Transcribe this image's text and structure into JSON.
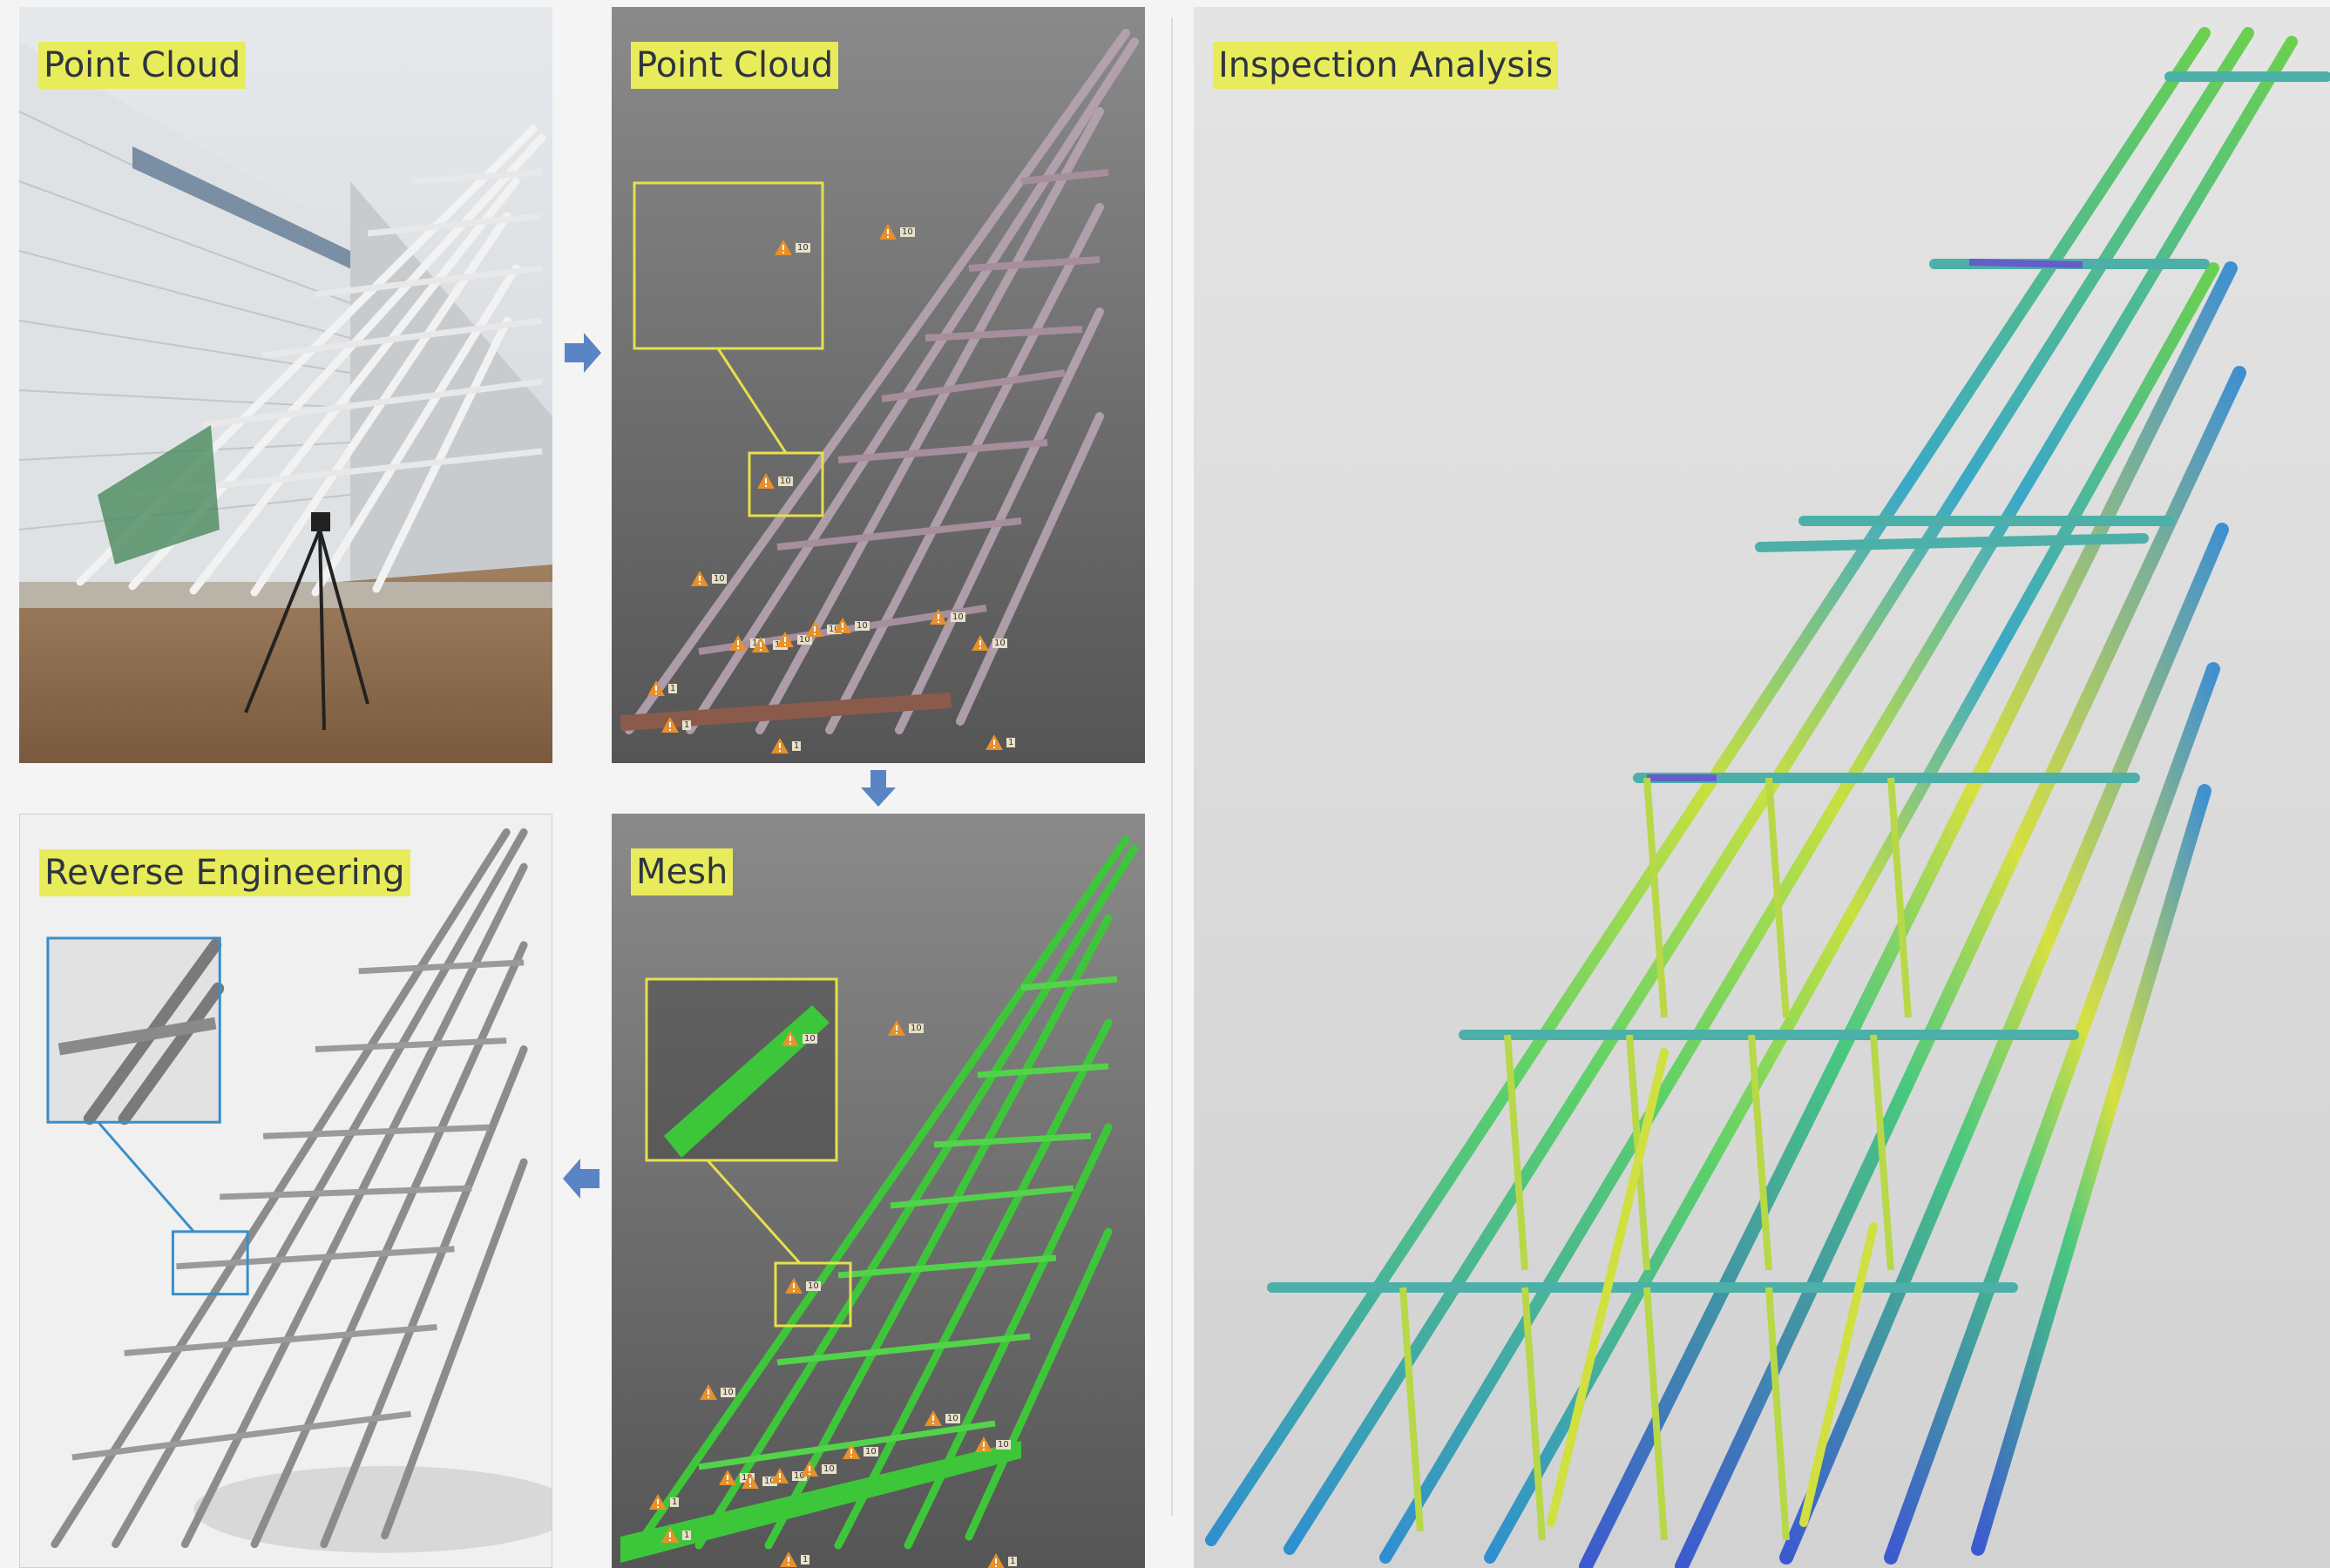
{
  "panels": {
    "photo": {
      "label": "Point Cloud"
    },
    "cloud": {
      "label": "Point Cloud"
    },
    "mesh": {
      "label": "Mesh"
    },
    "reverse": {
      "label": "Reverse Engineering"
    },
    "inspection": {
      "label": "Inspection Analysis"
    }
  },
  "markers": {
    "cloud": [
      "10",
      "10",
      "10",
      "10",
      "10",
      "10",
      "10",
      "10",
      "10",
      "10",
      "10",
      "1",
      "1",
      "1",
      "1"
    ],
    "mesh": [
      "10",
      "10",
      "10",
      "10",
      "10",
      "10",
      "10",
      "10",
      "10",
      "10",
      "10",
      "1",
      "1",
      "1",
      "1"
    ]
  },
  "colors": {
    "label_bg": "#e8ec5a",
    "arrow": "#5b84c4",
    "callout_cloud": "#e6e04a",
    "callout_reverse": "#3a8ec8",
    "mesh_green": "#3ec63a",
    "marker_orange": "#e8902a"
  },
  "icons": {
    "flow_right": "arrow-right-icon",
    "flow_down": "arrow-down-icon",
    "flow_left": "arrow-left-icon",
    "marker": "warning-triangle-icon"
  }
}
